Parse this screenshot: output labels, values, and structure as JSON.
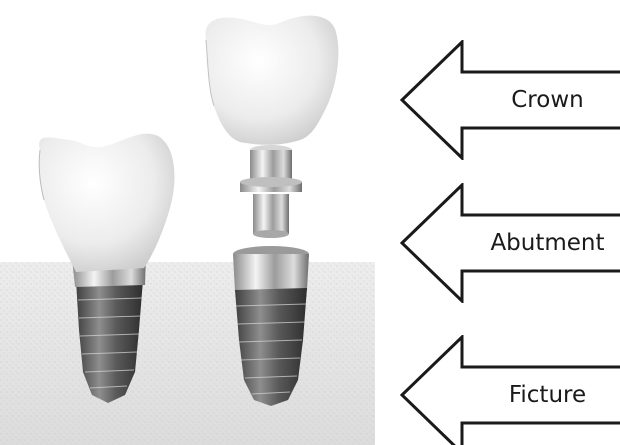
{
  "labels": {
    "crown": "Crown",
    "abutment": "Abutment",
    "fixture": "Ficture"
  }
}
